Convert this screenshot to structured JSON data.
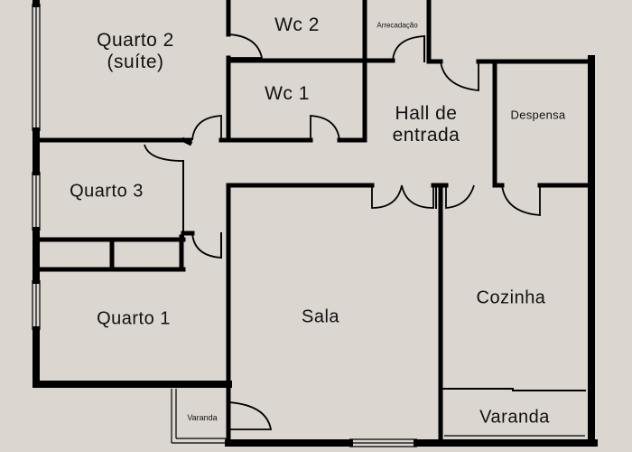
{
  "diagram": {
    "type": "floor-plan",
    "background": "#dcd6d0",
    "wall_color": "#000000"
  },
  "rooms": {
    "quarto2": {
      "label_line1": "Quarto 2",
      "label_line2": "(suíte)"
    },
    "wc2": {
      "label": "Wc 2"
    },
    "arrecadacao": {
      "label": "Arrecadação"
    },
    "wc1": {
      "label": "Wc 1"
    },
    "hall": {
      "label_line1": "Hall de",
      "label_line2": "entrada"
    },
    "despensa": {
      "label": "Despensa"
    },
    "quarto3": {
      "label": "Quarto 3"
    },
    "quarto1": {
      "label": "Quarto 1"
    },
    "sala": {
      "label": "Sala"
    },
    "cozinha": {
      "label": "Cozinha"
    },
    "varanda_sala": {
      "label": "Varanda"
    },
    "varanda_cozinha": {
      "label": "Varanda"
    }
  }
}
